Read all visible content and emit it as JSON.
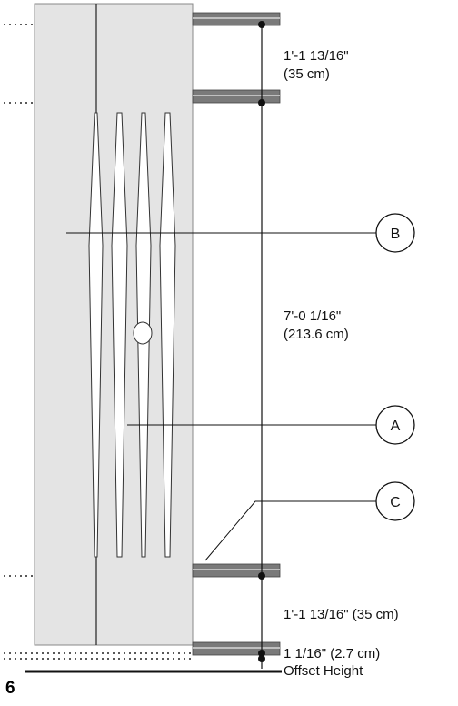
{
  "dimensions": {
    "top_spacing": "1'-1 13/16\"",
    "top_spacing_metric": "(35 cm)",
    "total_height": "7'-0 1/16\"",
    "total_height_metric": "(213.6 cm)",
    "bottom_spacing": "1'-1 13/16\" (35 cm)",
    "offset": "1 1/16\" (2.7 cm)",
    "offset_label": "Offset Height"
  },
  "callouts": {
    "a": "A",
    "b": "B",
    "c": "C"
  },
  "page_number": "6"
}
